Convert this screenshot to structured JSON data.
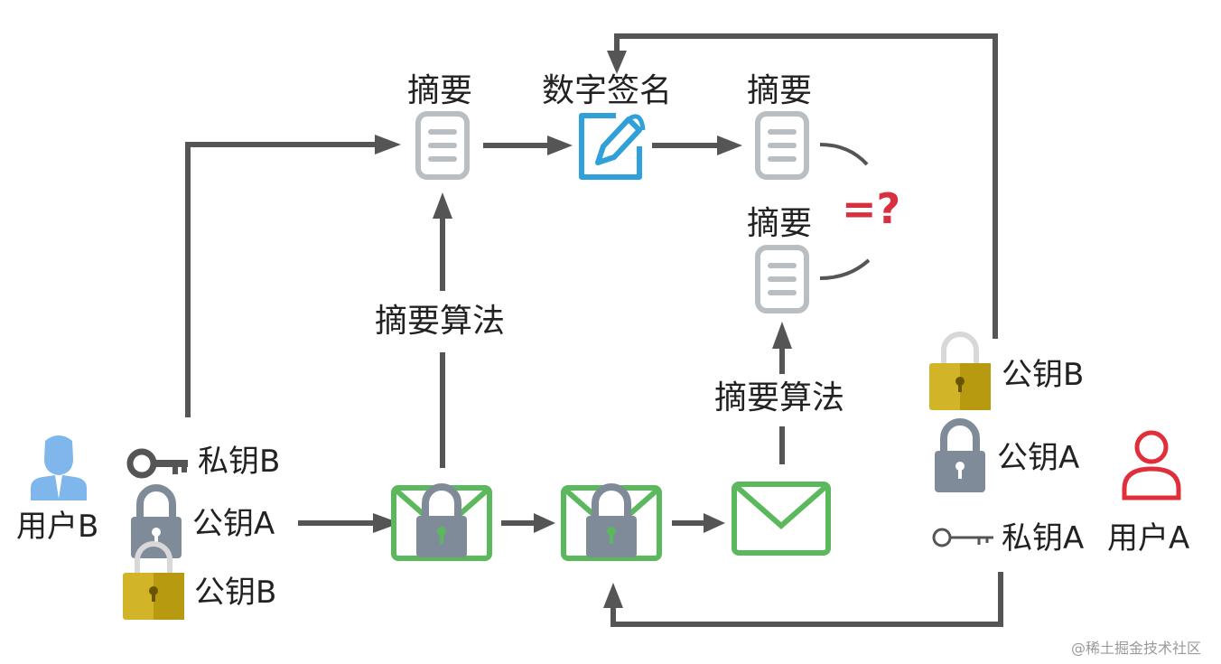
{
  "user_b": {
    "name": "用户B",
    "private_key": "私钥B",
    "public_key_a": "公钥A",
    "public_key_b": "公钥B"
  },
  "user_a": {
    "name": "用户A",
    "public_key_b": "公钥B",
    "public_key_a": "公钥A",
    "private_key": "私钥A"
  },
  "top_row": {
    "digest_left": "摘要",
    "signature": "数字签名",
    "digest_right": "摘要"
  },
  "digest_lower": "摘要",
  "compare_symbol": "=?",
  "algorithm_left": "摘要算法",
  "algorithm_right": "摘要算法",
  "watermark": "@稀土掘金技术社区",
  "colors": {
    "arrow": "#555555",
    "doc": "#b9bec3",
    "signature": "#2fa0d8",
    "envelope": "#5cb85c",
    "lock_gray": "#808b9a",
    "lock_gold": "#c9a818",
    "user_b": "#7fb7ec",
    "user_a": "#e02f3a",
    "compare": "#d9303f"
  }
}
